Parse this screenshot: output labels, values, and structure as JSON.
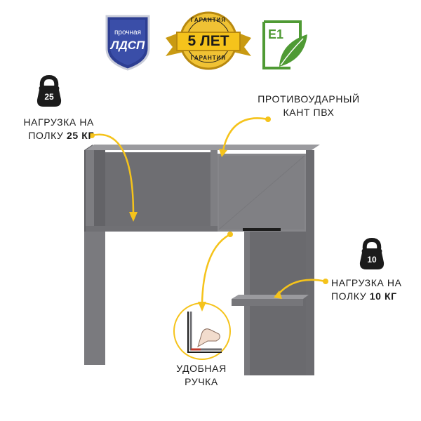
{
  "badges": {
    "chipboard": {
      "line1": "прочная",
      "line2": "ЛДСП"
    },
    "warranty": {
      "arc_top": "ГАРАНТИЯ",
      "main": "5 ЛЕТ",
      "arc_bottom": "ГАРАНТИЯ"
    },
    "eco": {
      "class_label": "E1"
    }
  },
  "weights": {
    "left": {
      "value": "25"
    },
    "right": {
      "value": "10"
    }
  },
  "callouts": {
    "left_load": {
      "line1": "НАГРУЗКА НА",
      "line2_prefix": "ПОЛКУ ",
      "line2_value": "25 КГ"
    },
    "edge": {
      "line1": "ПРОТИВОУДАРНЫЙ",
      "line2": "КАНТ ПВХ"
    },
    "right_load": {
      "line1": "НАГРУЗКА НА",
      "line2_prefix": "ПОЛКУ ",
      "line2_value": "10 КГ"
    },
    "handle": {
      "line1": "УДОБНАЯ",
      "line2": "РУЧКА"
    }
  },
  "colors": {
    "accent_yellow": "#f5c31b",
    "furniture_gray": "#7b7b7f",
    "badge_blue": "#2d3e92",
    "eco_green": "#4f9a34"
  }
}
